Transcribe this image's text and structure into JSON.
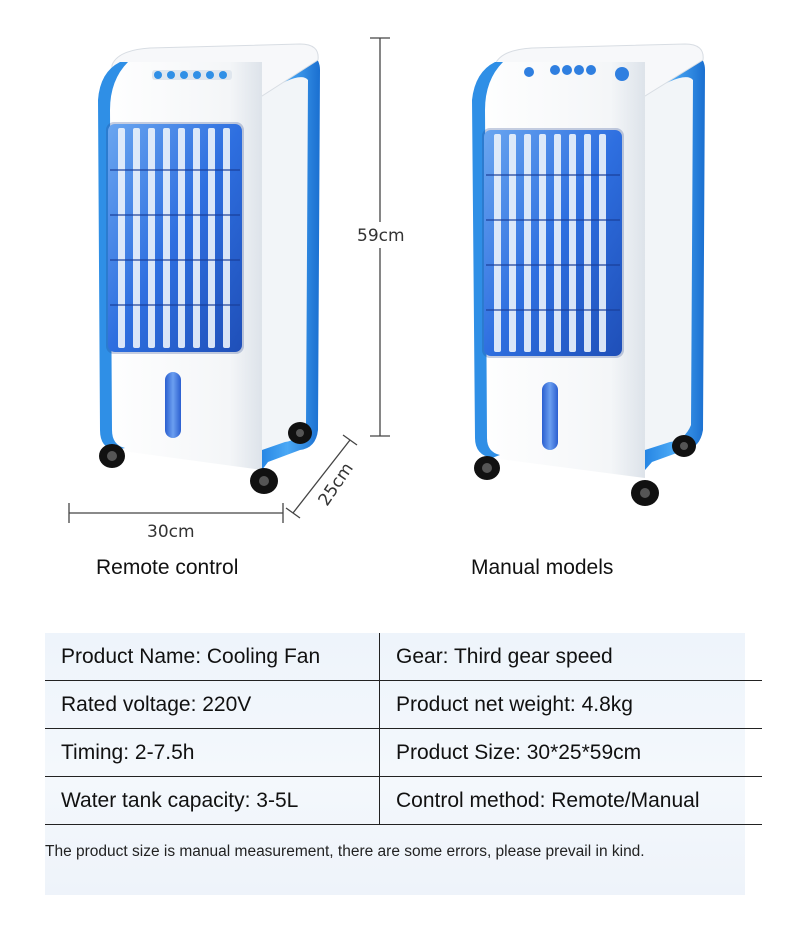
{
  "dimensions": {
    "height": "59cm",
    "width": "30cm",
    "depth": "25cm"
  },
  "models": {
    "left_label": "Remote control",
    "right_label": "Manual models"
  },
  "specs": [
    {
      "left": "Product Name: Cooling Fan",
      "right": "Gear: Third gear speed"
    },
    {
      "left": "Rated voltage: 220V",
      "right": "Product net weight: 4.8kg"
    },
    {
      "left": "Timing: 2-7.5h",
      "right": "Product Size: 30*25*59cm"
    },
    {
      "left": "Water tank capacity: 3-5L",
      "right": "Control method: Remote/Manual"
    }
  ],
  "note": "The product size is manual measurement, there are some errors, please prevail in kind.",
  "colors": {
    "accent_blue": "#2f8fe6",
    "grille_blue": "#2b6fd9",
    "panel_bg": "#eef4fb"
  }
}
